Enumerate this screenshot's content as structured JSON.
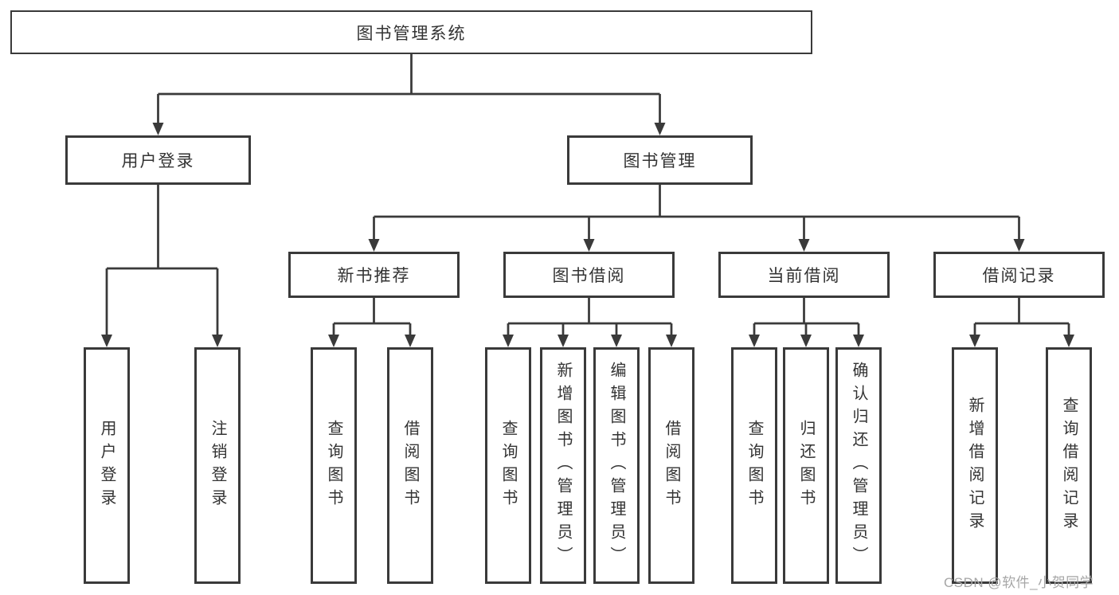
{
  "diagram": {
    "nodes": {
      "root": "图书管理系统",
      "user_login": "用户登录",
      "book_management": "图书管理",
      "new_book_recommend": "新书推荐",
      "book_borrow": "图书借阅",
      "current_borrow": "当前借阅",
      "borrow_record": "借阅记录"
    },
    "leaves": {
      "user_login": [
        "用户登录",
        "注销登录"
      ],
      "new_book_recommend": [
        "查询图书",
        "借阅图书"
      ],
      "book_borrow": [
        "查询图书",
        "新增图书（管理员）",
        "编辑图书（管理员）",
        "借阅图书"
      ],
      "current_borrow": [
        "查询图书",
        "归还图书",
        "确认归还（管理员）"
      ],
      "borrow_record": [
        "新增借阅记录",
        "查询借阅记录"
      ]
    },
    "watermark": "CSDN @软件_小贺同学",
    "colors": {
      "line": "#3a3a3a",
      "box_border": "#3a3a3a",
      "text": "#333333",
      "watermark": "#a6a6a6",
      "background": "#ffffff"
    }
  }
}
